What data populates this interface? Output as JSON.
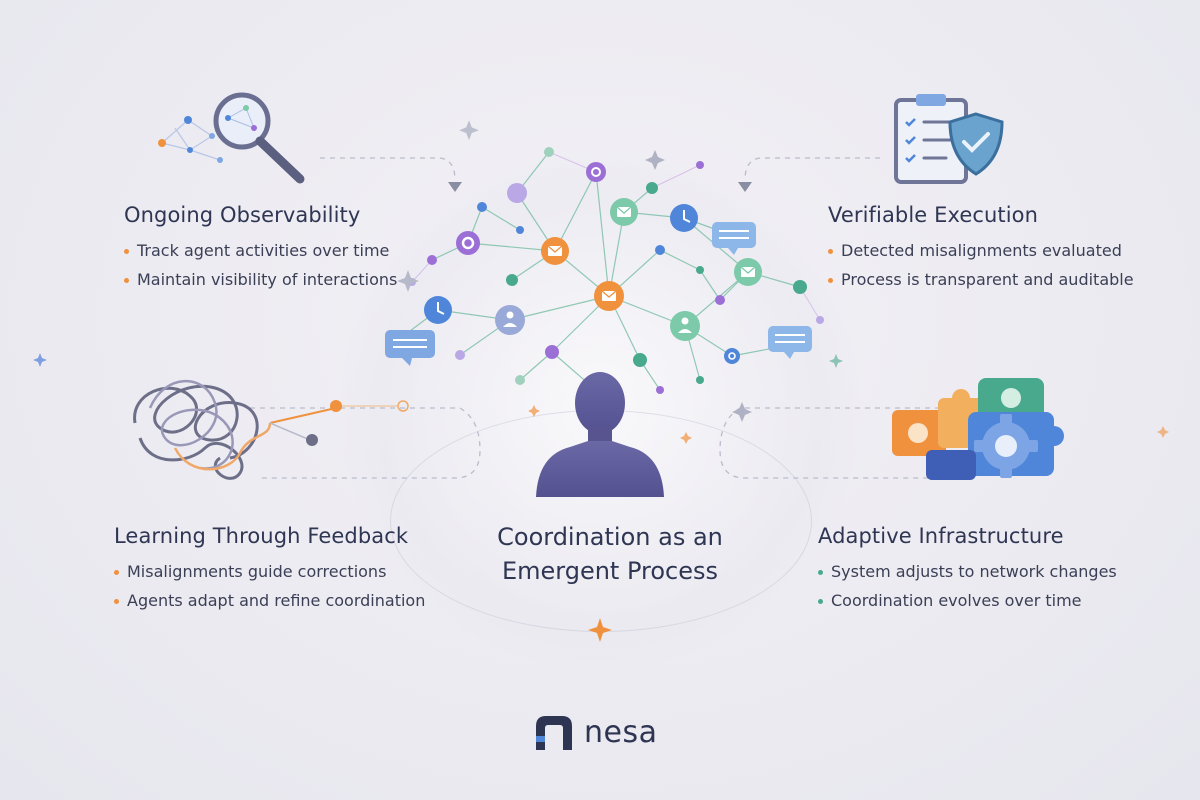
{
  "center": {
    "title_line1": "Coordination as an",
    "title_line2": "Emergent Process"
  },
  "quadrants": {
    "observability": {
      "title": "Ongoing Observability",
      "items": [
        "Track agent activities over time",
        "Maintain visibility of interactions"
      ]
    },
    "verifiable": {
      "title": "Verifiable Execution",
      "items": [
        "Detected misalignments evaluated",
        "Process is transparent and auditable"
      ]
    },
    "learning": {
      "title": "Learning Through Feedback",
      "items": [
        "Misalignments guide corrections",
        "Agents adapt and refine coordination"
      ]
    },
    "adaptive": {
      "title": "Adaptive Infrastructure",
      "items": [
        "System adjusts to network changes",
        "Coordination evolves over time"
      ]
    }
  },
  "brand": {
    "name": "nesa"
  },
  "icons": {
    "observability": "magnifier-network-icon",
    "verifiable": "clipboard-shield-icon",
    "learning": "tangled-lines-icon",
    "adaptive": "puzzle-gears-icon",
    "center": "person-silhouette-icon"
  },
  "colors": {
    "accent_orange": "#f0913e",
    "accent_teal": "#49a98c",
    "node_blue": "#4f86d9",
    "node_purple": "#9b6fd6",
    "text_dark": "#2f3653"
  }
}
